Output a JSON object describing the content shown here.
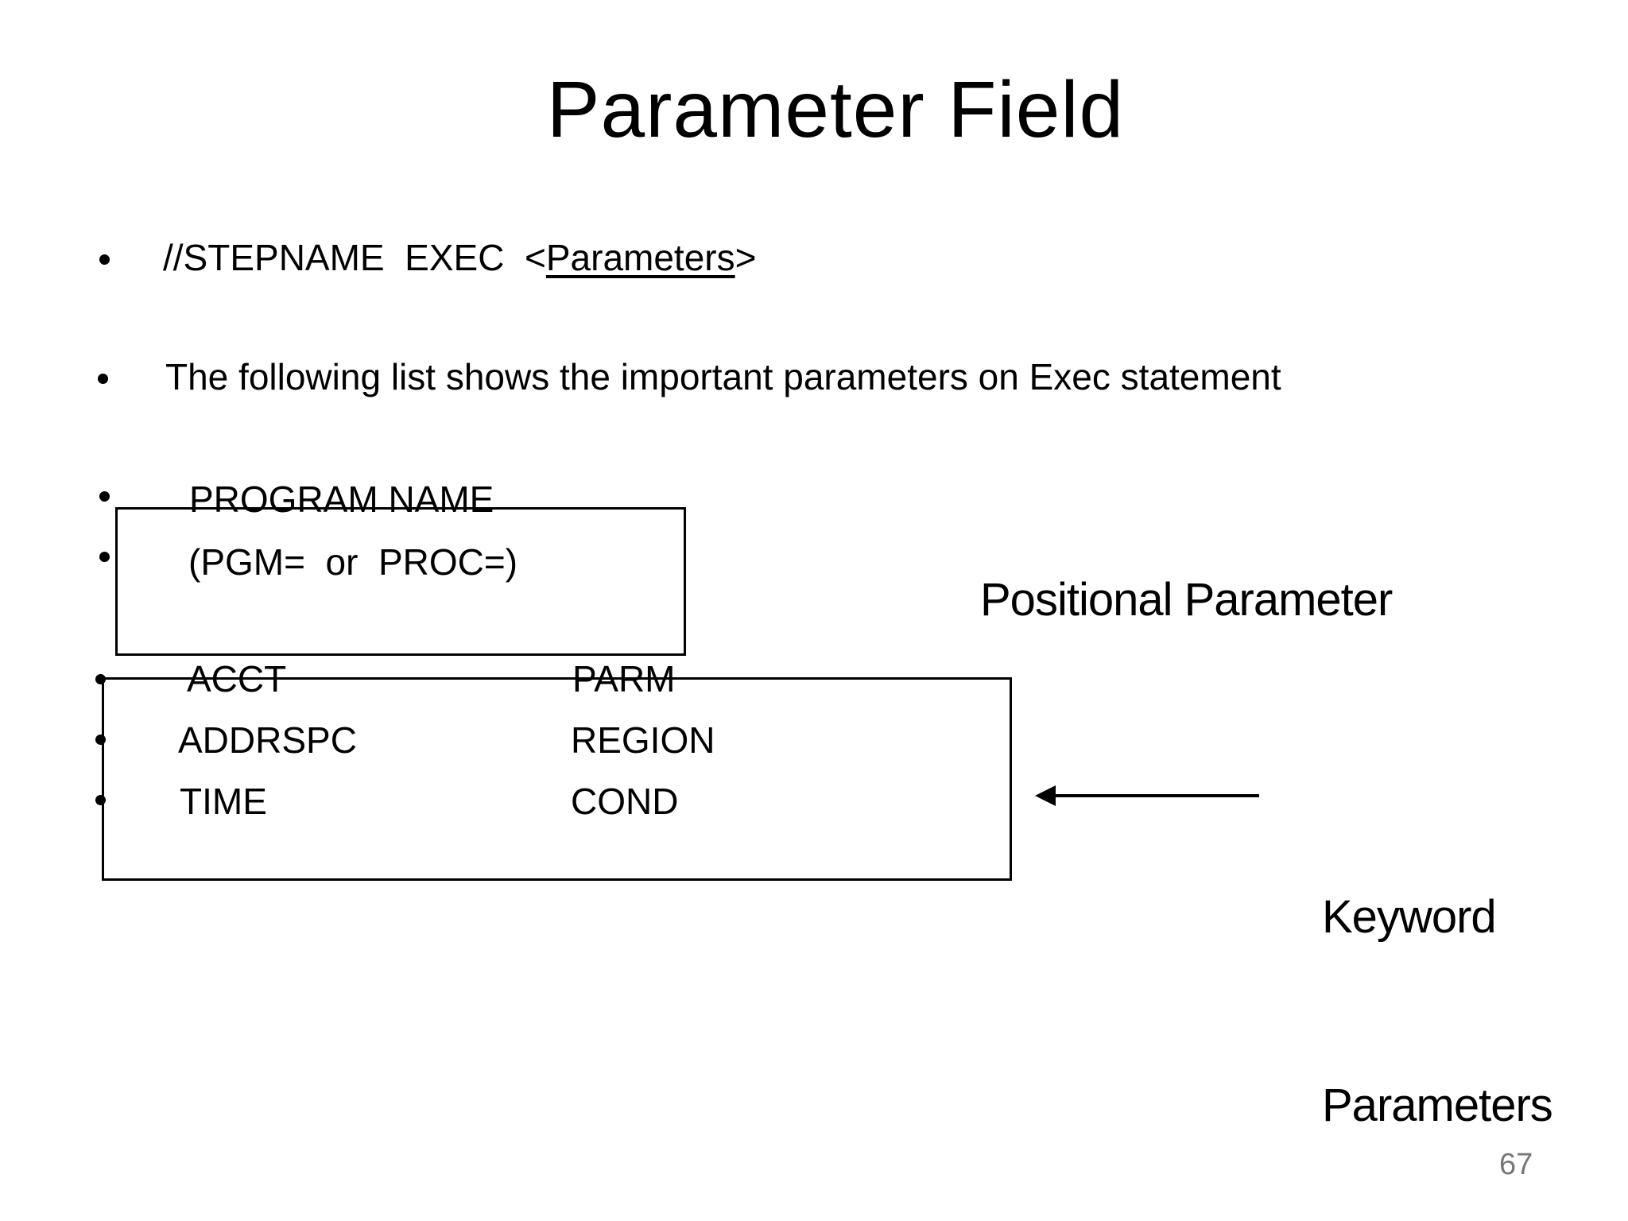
{
  "slide": {
    "title": "Parameter Field",
    "bullet1": {
      "pre": "//STEPNAME  EXEC  <",
      "underlined": "Parameters",
      "post": ">"
    },
    "bullet2": "The following list shows the important parameters on Exec statement",
    "bullet3": "PROGRAM NAME",
    "bullet4": "(PGM=  or  PROC=)",
    "keyword_table": {
      "rows": [
        {
          "left": "ACCT",
          "right": "PARM"
        },
        {
          "left": "ADDRSPC",
          "right": "REGION"
        },
        {
          "left": "TIME",
          "right": "COND"
        }
      ]
    },
    "positional_label": "Positional Parameter",
    "keyword_label_line1": "Keyword",
    "keyword_label_line2": "Parameters",
    "page_number": "67",
    "icons": {
      "bullet_icon": "filled-circle",
      "arrow_icon": "left-arrow"
    }
  },
  "colors": {
    "bg": "#ffffff",
    "text": "#000000",
    "pagenum": "#777777"
  }
}
